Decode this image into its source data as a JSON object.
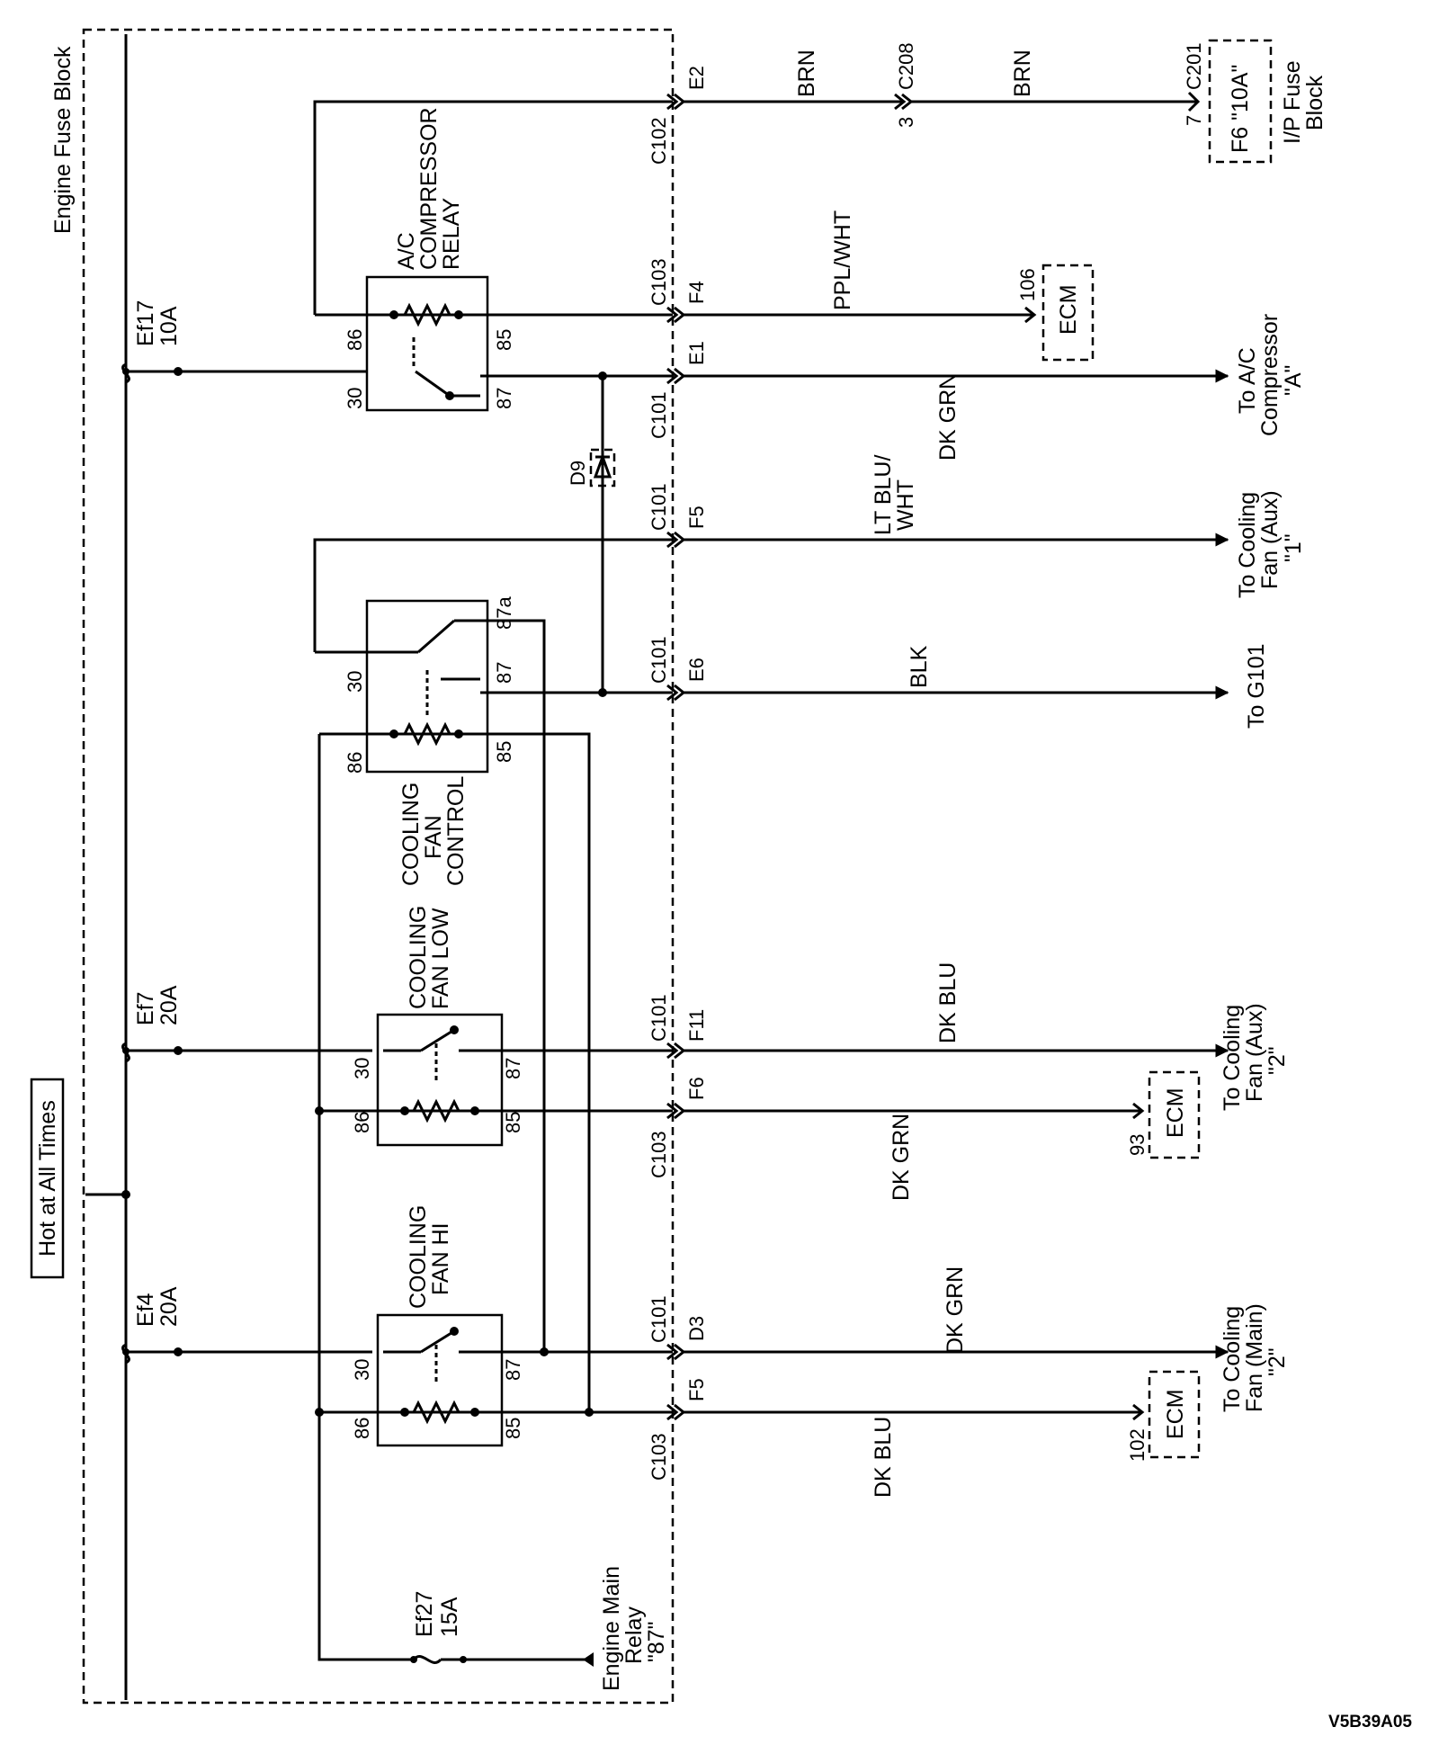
{
  "blocks": {
    "engine_fuse_block": "Engine Fuse Block",
    "hot_at_all_times": "Hot at All Times",
    "ip_fuse_block": [
      "I/P Fuse",
      "Block"
    ]
  },
  "fuses": {
    "ef17": [
      "Ef17",
      "10A"
    ],
    "ef7": [
      "Ef7",
      "20A"
    ],
    "ef4": [
      "Ef4",
      "20A"
    ],
    "ef27": [
      "Ef27",
      "15A"
    ],
    "f6": "F6 \"10A\""
  },
  "relays": {
    "ac_compressor": [
      "A/C",
      "COMPRESSOR",
      "RELAY"
    ],
    "cooling_fan_control": [
      "COOLING",
      "FAN",
      "CONTROL"
    ],
    "cooling_fan_low": [
      "COOLING",
      "FAN LOW"
    ],
    "cooling_fan_hi": [
      "COOLING",
      "FAN HI"
    ]
  },
  "pins": {
    "p86": "86",
    "p85": "85",
    "p30": "30",
    "p87": "87",
    "p87a": "87a"
  },
  "connectors": {
    "c101": "C101",
    "c102": "C102",
    "c103": "C103",
    "c208": "C208",
    "c201": "C201"
  },
  "connector_pins": {
    "e2": "E2",
    "f4": "F4",
    "e1": "E1",
    "f5": "F5",
    "e6": "E6",
    "f11": "F11",
    "f6": "F6",
    "d3": "D3",
    "p3": "3",
    "p7": "7",
    "p106": "106",
    "p93": "93",
    "p102": "102"
  },
  "wires": {
    "brn": "BRN",
    "ppl_wht": "PPL/WHT",
    "dk_grn": "DK GRN",
    "lt_blu_wht": [
      "LT BLU/",
      "WHT"
    ],
    "blk": "BLK",
    "dk_blu": "DK BLU"
  },
  "components": {
    "ecm": "ECM",
    "diode": "D9"
  },
  "destinations": {
    "ac_compressor": [
      "To A/C",
      "Compressor",
      "\"A\""
    ],
    "cooling_fan_aux_1": [
      "To Cooling",
      "Fan (Aux)",
      "\"1\""
    ],
    "g101": "To G101",
    "cooling_fan_aux_2": [
      "To Cooling",
      "Fan (Aux)",
      "\"2\""
    ],
    "cooling_fan_main_2": [
      "To Cooling",
      "Fan (Main)",
      "\"2\""
    ],
    "engine_main_relay": [
      "Engine Main",
      "Relay",
      "\"87\""
    ]
  },
  "figure_id": "V5B39A05"
}
